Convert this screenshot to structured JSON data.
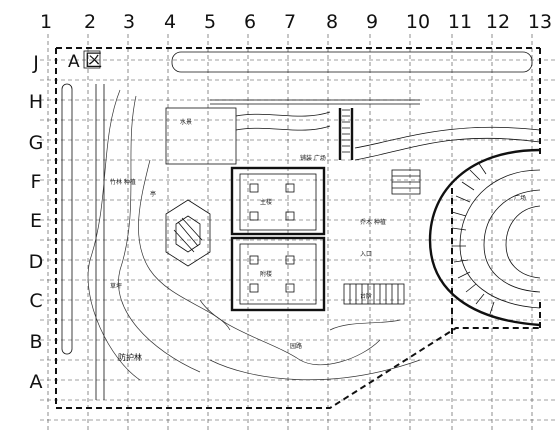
{
  "grid": {
    "columns": [
      "1",
      "2",
      "3",
      "4",
      "5",
      "6",
      "7",
      "8",
      "9",
      "10",
      "11",
      "12",
      "13"
    ],
    "rows": [
      "J",
      "H",
      "G",
      "F",
      "E",
      "D",
      "C",
      "B",
      "A"
    ]
  },
  "zone_label": "A",
  "zone_symbol": "区",
  "plant_label": "防护林",
  "annotations": {
    "lake": "水景",
    "bamboo": "竹林 种植",
    "paved": "铺装 广场",
    "pavilion": "亭",
    "building_north": "主楼",
    "building_south": "附楼",
    "steps": "台阶",
    "lawn": "草坪",
    "path": "园路",
    "plaza": "广场",
    "trees": "乔木 种植",
    "entrance": "入口"
  }
}
